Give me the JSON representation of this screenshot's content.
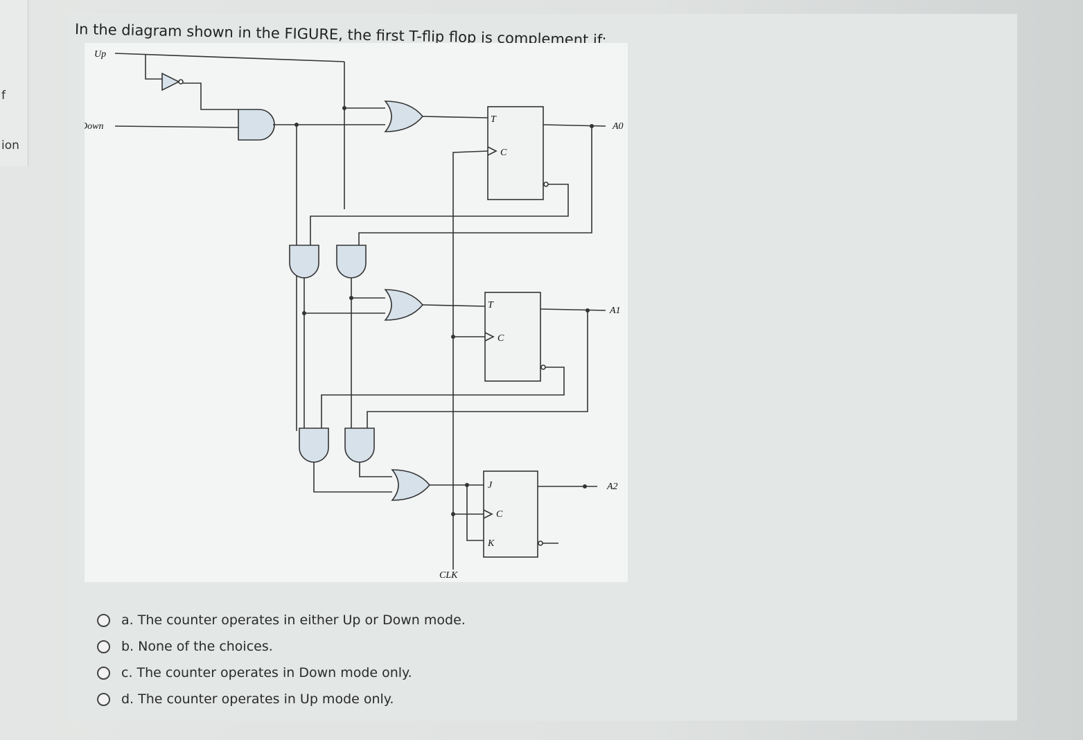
{
  "sidebar": {
    "fragments": [
      "f",
      "ion"
    ]
  },
  "question": {
    "text": "In the diagram shown in the FIGURE, the first T-flip flop is complement if:"
  },
  "figure": {
    "inputs": {
      "up": "Up",
      "down": "Down",
      "clock": "CLK"
    },
    "flipflops": [
      {
        "input_label": "T",
        "clock_label": "C"
      },
      {
        "input_label": "T",
        "clock_label": "C"
      },
      {
        "input_j": "J",
        "clock_label": "C",
        "input_k": "K"
      }
    ],
    "outputs": [
      "A0",
      "A1",
      "A2"
    ],
    "colors": {
      "gate_fill": "#d6e1ea",
      "wire": "#333333"
    }
  },
  "choices": [
    {
      "label": "a. The counter operates in either Up or Down mode."
    },
    {
      "label": "b. None of the choices."
    },
    {
      "label": "c. The counter operates in Down mode only."
    },
    {
      "label": "d. The counter operates in Up mode only."
    }
  ]
}
